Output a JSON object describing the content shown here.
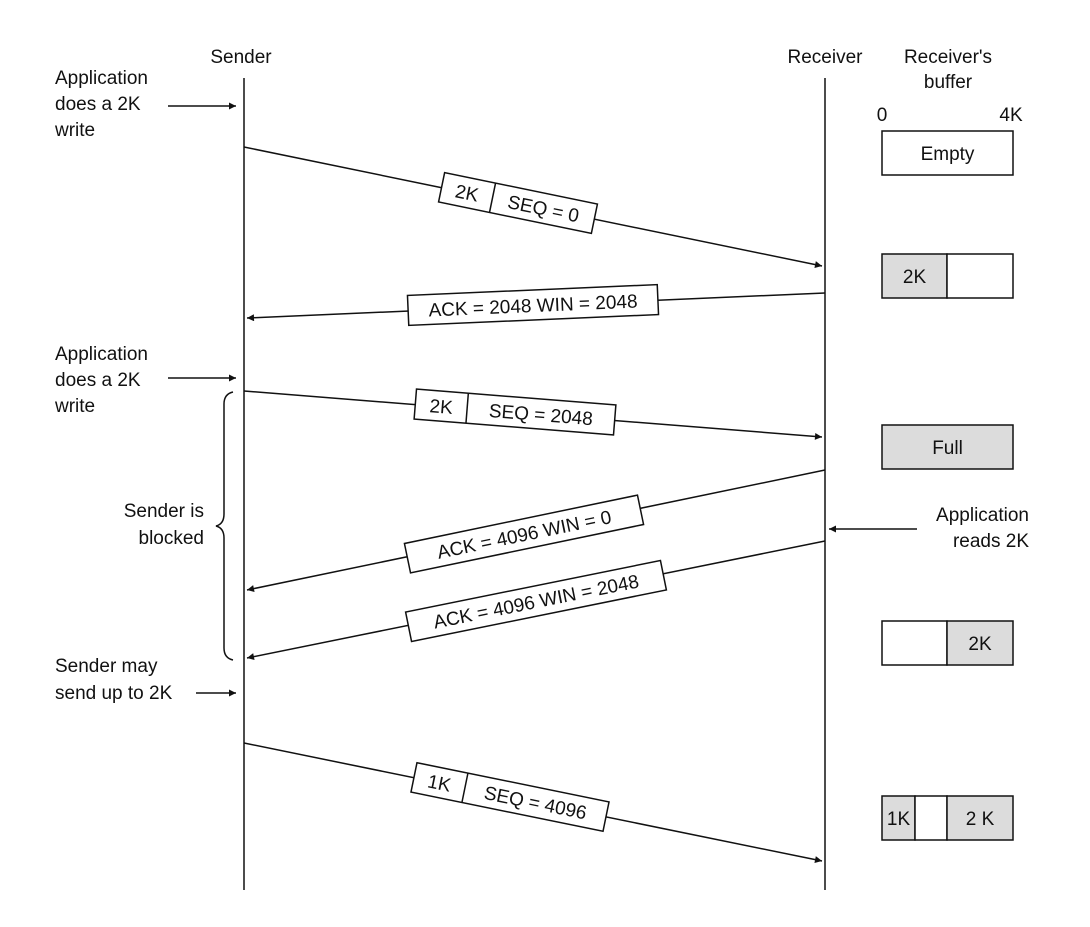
{
  "headers": {
    "sender": "Sender",
    "receiver": "Receiver",
    "buffer_line1": "Receiver's",
    "buffer_line2": "buffer",
    "scale_min": "0",
    "scale_max": "4K"
  },
  "notes": {
    "app_write1": [
      "Application",
      "does a 2K",
      "write"
    ],
    "app_write2": [
      "Application",
      "does a 2K",
      "write"
    ],
    "blocked": [
      "Sender is",
      "blocked"
    ],
    "may_send": [
      "Sender may",
      "send up to 2K"
    ],
    "app_read": [
      "Application",
      "reads 2K"
    ]
  },
  "messages": [
    {
      "cells": [
        "2K",
        "SEQ = 0"
      ]
    },
    {
      "cells": [
        "ACK = 2048 WIN = 2048"
      ]
    },
    {
      "cells": [
        "2K",
        "SEQ = 2048"
      ]
    },
    {
      "cells": [
        "ACK = 4096 WIN = 0"
      ]
    },
    {
      "cells": [
        "ACK = 4096 WIN = 2048"
      ]
    },
    {
      "cells": [
        "1K",
        "SEQ = 4096"
      ]
    }
  ],
  "buffers": [
    {
      "cells": [
        {
          "label": "Empty",
          "filled": false
        }
      ]
    },
    {
      "cells": [
        {
          "label": "2K",
          "filled": true
        },
        {
          "label": "",
          "filled": false
        }
      ]
    },
    {
      "cells": [
        {
          "label": "Full",
          "filled": true
        }
      ]
    },
    {
      "cells": [
        {
          "label": "",
          "filled": false
        },
        {
          "label": "2K",
          "filled": true
        }
      ]
    },
    {
      "cells": [
        {
          "label": "1K",
          "filled": true
        },
        {
          "label": "",
          "filled": false
        },
        {
          "label": "2 K",
          "filled": true
        }
      ]
    }
  ],
  "colors": {
    "line": "#111111",
    "fill": "#dcdcdc",
    "background": "#ffffff"
  }
}
